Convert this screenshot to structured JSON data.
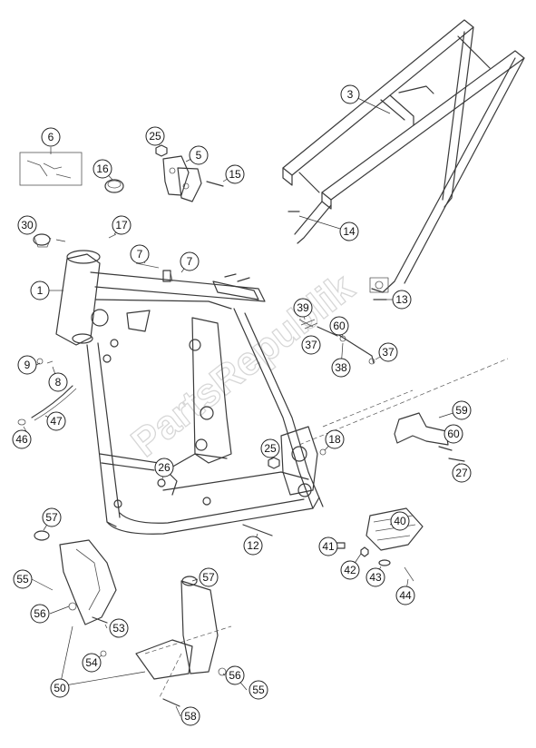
{
  "watermark": {
    "text": "PartsRepublik"
  },
  "callouts": [
    {
      "id": "c-3",
      "number": "3"
    },
    {
      "id": "c-6",
      "number": "6"
    },
    {
      "id": "c-25a",
      "number": "25"
    },
    {
      "id": "c-5",
      "number": "5"
    },
    {
      "id": "c-16",
      "number": "16"
    },
    {
      "id": "c-15",
      "number": "15"
    },
    {
      "id": "c-14",
      "number": "14"
    },
    {
      "id": "c-30",
      "number": "30"
    },
    {
      "id": "c-17",
      "number": "17"
    },
    {
      "id": "c-7a",
      "number": "7"
    },
    {
      "id": "c-7b",
      "number": "7"
    },
    {
      "id": "c-1",
      "number": "1"
    },
    {
      "id": "c-13",
      "number": "13"
    },
    {
      "id": "c-39",
      "number": "39"
    },
    {
      "id": "c-60a",
      "number": "60"
    },
    {
      "id": "c-37a",
      "number": "37"
    },
    {
      "id": "c-37b",
      "number": "37"
    },
    {
      "id": "c-38",
      "number": "38"
    },
    {
      "id": "c-9",
      "number": "9"
    },
    {
      "id": "c-8",
      "number": "8"
    },
    {
      "id": "c-47",
      "number": "47"
    },
    {
      "id": "c-46",
      "number": "46"
    },
    {
      "id": "c-59",
      "number": "59"
    },
    {
      "id": "c-60b",
      "number": "60"
    },
    {
      "id": "c-18",
      "number": "18"
    },
    {
      "id": "c-25b",
      "number": "25"
    },
    {
      "id": "c-27",
      "number": "27"
    },
    {
      "id": "c-26",
      "number": "26"
    },
    {
      "id": "c-57a",
      "number": "57"
    },
    {
      "id": "c-40",
      "number": "40"
    },
    {
      "id": "c-12",
      "number": "12"
    },
    {
      "id": "c-41",
      "number": "41"
    },
    {
      "id": "c-42",
      "number": "42"
    },
    {
      "id": "c-43",
      "number": "43"
    },
    {
      "id": "c-44",
      "number": "44"
    },
    {
      "id": "c-55a",
      "number": "55"
    },
    {
      "id": "c-57b",
      "number": "57"
    },
    {
      "id": "c-56a",
      "number": "56"
    },
    {
      "id": "c-53",
      "number": "53"
    },
    {
      "id": "c-54",
      "number": "54"
    },
    {
      "id": "c-50",
      "number": "50"
    },
    {
      "id": "c-56b",
      "number": "56"
    },
    {
      "id": "c-55b",
      "number": "55"
    },
    {
      "id": "c-58",
      "number": "58"
    }
  ]
}
